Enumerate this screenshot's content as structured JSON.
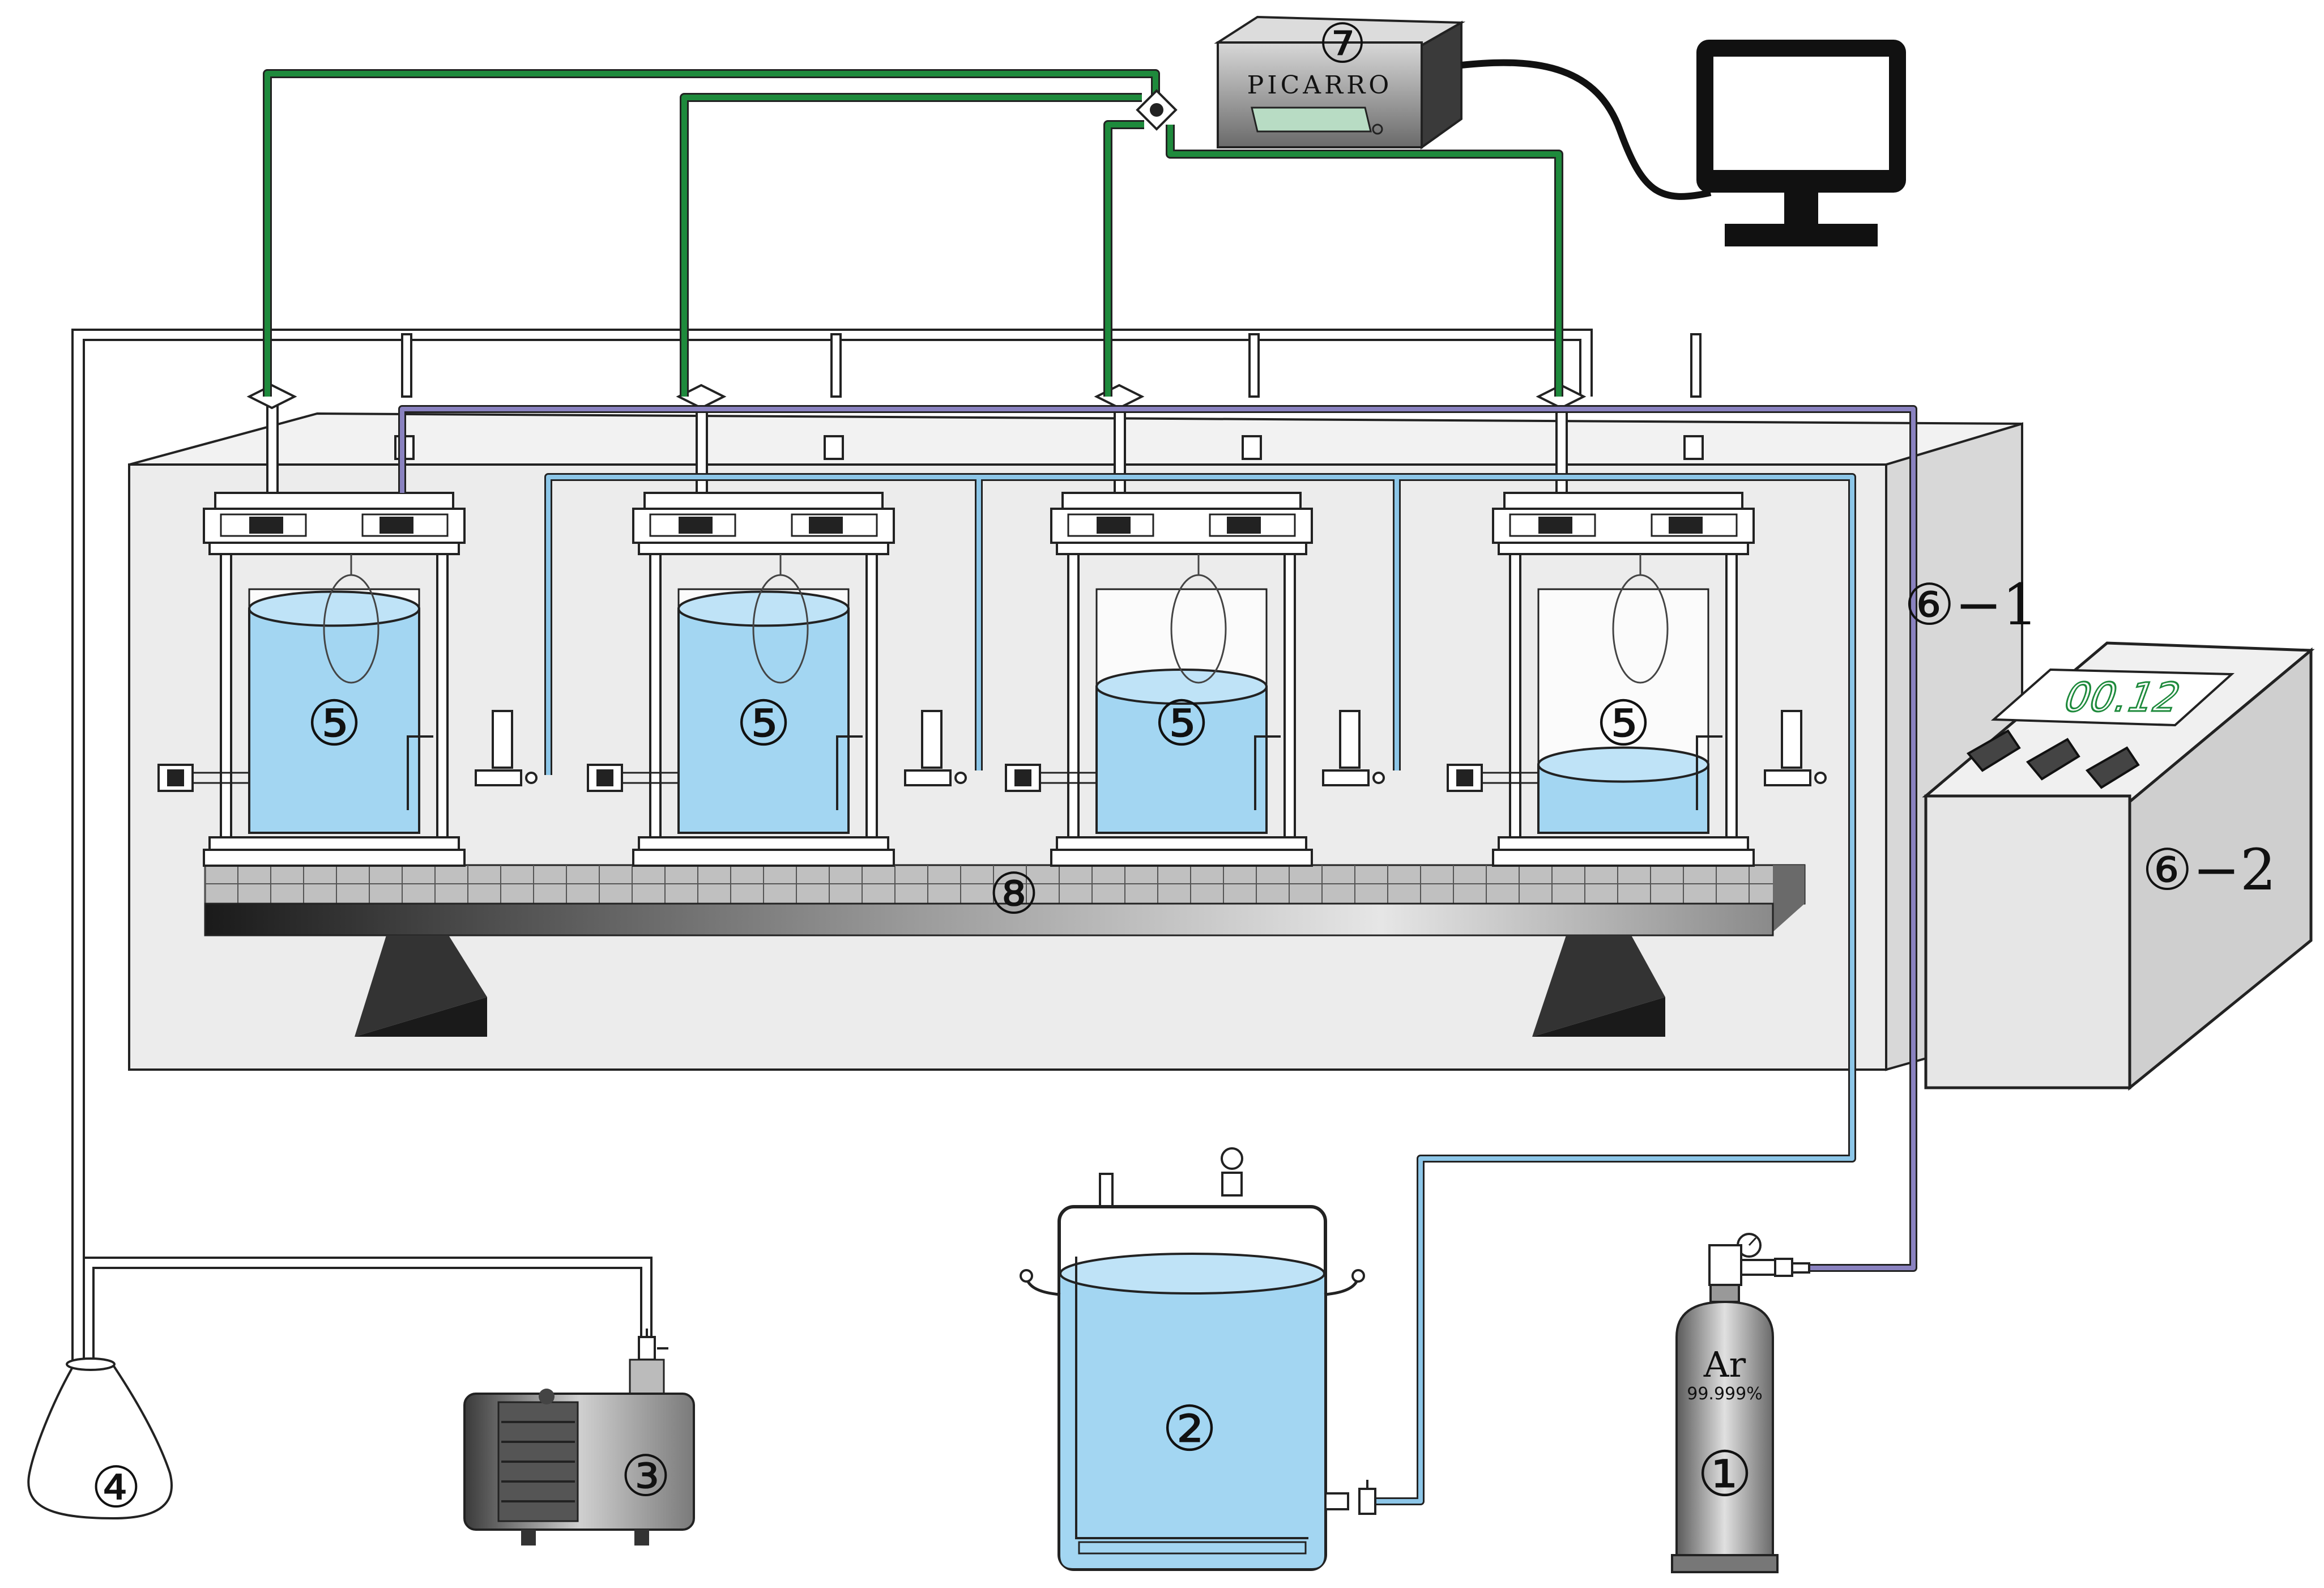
{
  "labels": {
    "cylinder": "Ar",
    "purity": "99.999%",
    "analyzer": "PICARRO",
    "panel_display": "00.12",
    "heater_label": "⑥−1",
    "controller_label": "⑥−2"
  },
  "markers": {
    "cylinder": "①",
    "water_tank": "②",
    "vacuum_pump": "③",
    "flask": "④",
    "chamber": "⑤",
    "analyzer": "⑦",
    "shaker": "⑧"
  },
  "chambers": [
    {
      "fill_fraction": 0.92
    },
    {
      "fill_fraction": 0.92
    },
    {
      "fill_fraction": 0.6
    },
    {
      "fill_fraction": 0.28
    }
  ],
  "colors": {
    "water": "#a3d6f2",
    "water_edge": "#1a1a1a",
    "green_line": "#1e8a3c",
    "purple_line": "#8a82c0",
    "blue_line": "#8cc6e8",
    "box_gray": "#e8e8e8"
  },
  "icons": [
    "monitor-icon",
    "valve-icon",
    "gauge-icon"
  ]
}
